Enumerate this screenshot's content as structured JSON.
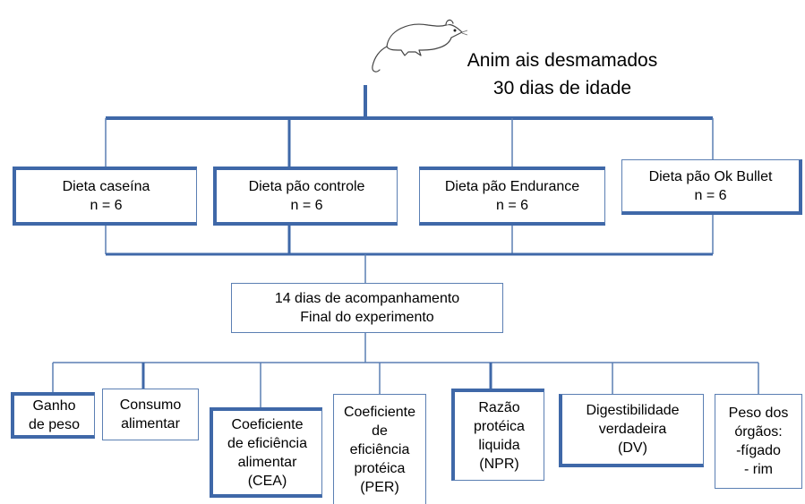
{
  "header": {
    "line1": "Anim ais desmamados",
    "line2": "30 dias de idade",
    "icon": "rat-icon"
  },
  "groups": [
    {
      "line1": "Dieta caseína",
      "line2": "n = 6"
    },
    {
      "line1": "Dieta pão controle",
      "line2": "n = 6"
    },
    {
      "line1": "Dieta pão Endurance",
      "line2": "n = 6"
    },
    {
      "line1": "Dieta pão Ok Bullet",
      "line2": "n = 6"
    }
  ],
  "follow_up": {
    "line1": "14 dias de acompanhamento",
    "line2": "Final do experimento"
  },
  "outcomes": [
    {
      "lines": [
        "Ganho",
        "de peso"
      ]
    },
    {
      "lines": [
        "Consumo",
        "alimentar"
      ]
    },
    {
      "lines": [
        "Coeficiente",
        "de eficiência",
        "alimentar",
        "(CEA)"
      ]
    },
    {
      "lines": [
        "Coeficiente",
        "de",
        "eficiência",
        "protéica",
        "(PER)"
      ]
    },
    {
      "lines": [
        "Razão",
        "protéica",
        "liquida",
        "(NPR)"
      ]
    },
    {
      "lines": [
        "Digestibilidade",
        "verdadeira",
        "(DV)"
      ]
    },
    {
      "lines": [
        "Peso dos",
        "órgãos:",
        "-fígado",
        "- rim"
      ]
    }
  ],
  "colors": {
    "line": "#5b7fb3",
    "accent": "#3f68a8"
  }
}
